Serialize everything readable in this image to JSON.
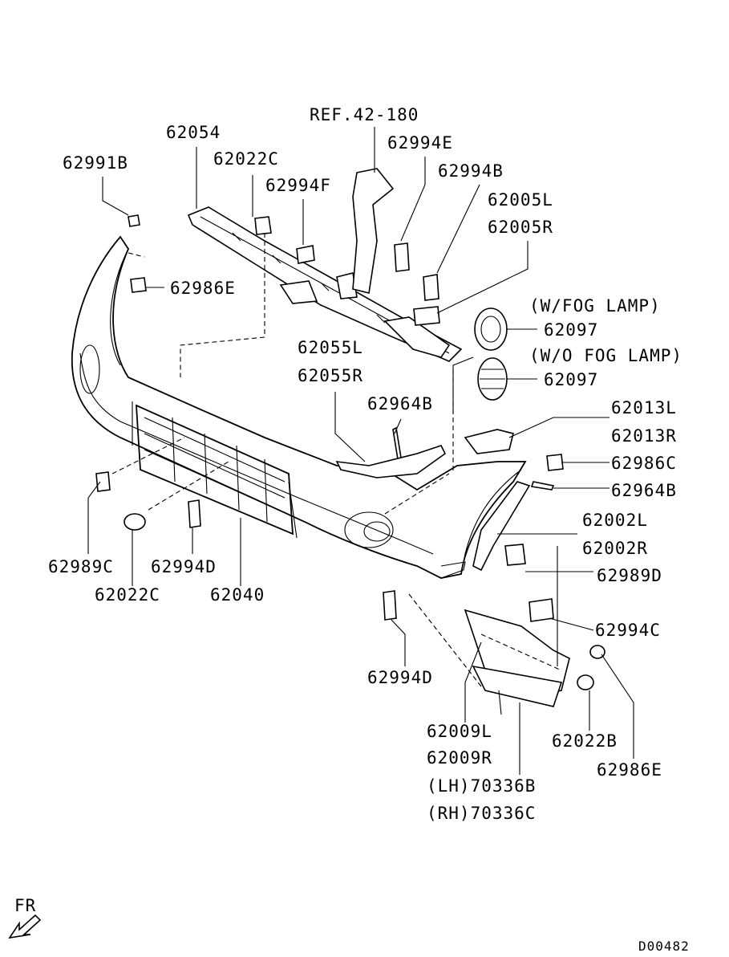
{
  "diagram": {
    "labels": {
      "ref": "REF.42-180",
      "p62054": "62054",
      "p62022c_top": "62022C",
      "p62994e": "62994E",
      "p62991b": "62991B",
      "p62994f": "62994F",
      "p62994b": "62994B",
      "p62005l": "62005L",
      "p62005r": "62005R",
      "p62986e_left": "62986E",
      "wfog": "(W/FOG LAMP)",
      "p62097_a": "62097",
      "wofog": "(W/O FOG LAMP)",
      "p62097_b": "62097",
      "p62055l": "62055L",
      "p62055r": "62055R",
      "p62964b_mid": "62964B",
      "p62013l": "62013L",
      "p62013r": "62013R",
      "p62986c": "62986C",
      "p62964b_right": "62964B",
      "p62002l": "62002L",
      "p62002r": "62002R",
      "p62989c": "62989C",
      "p62994d_left": "62994D",
      "p62989d": "62989D",
      "p62022c_bottom": "62022C",
      "p62040": "62040",
      "p62994c": "62994C",
      "p62994d_bottom": "62994D",
      "p62009l": "62009L",
      "p62022b": "62022B",
      "p62009r": "62009R",
      "p62986e_right": "62986E",
      "lh": "(LH)70336B",
      "rh": "(RH)70336C",
      "fr": "FR",
      "code": "D00482"
    }
  }
}
